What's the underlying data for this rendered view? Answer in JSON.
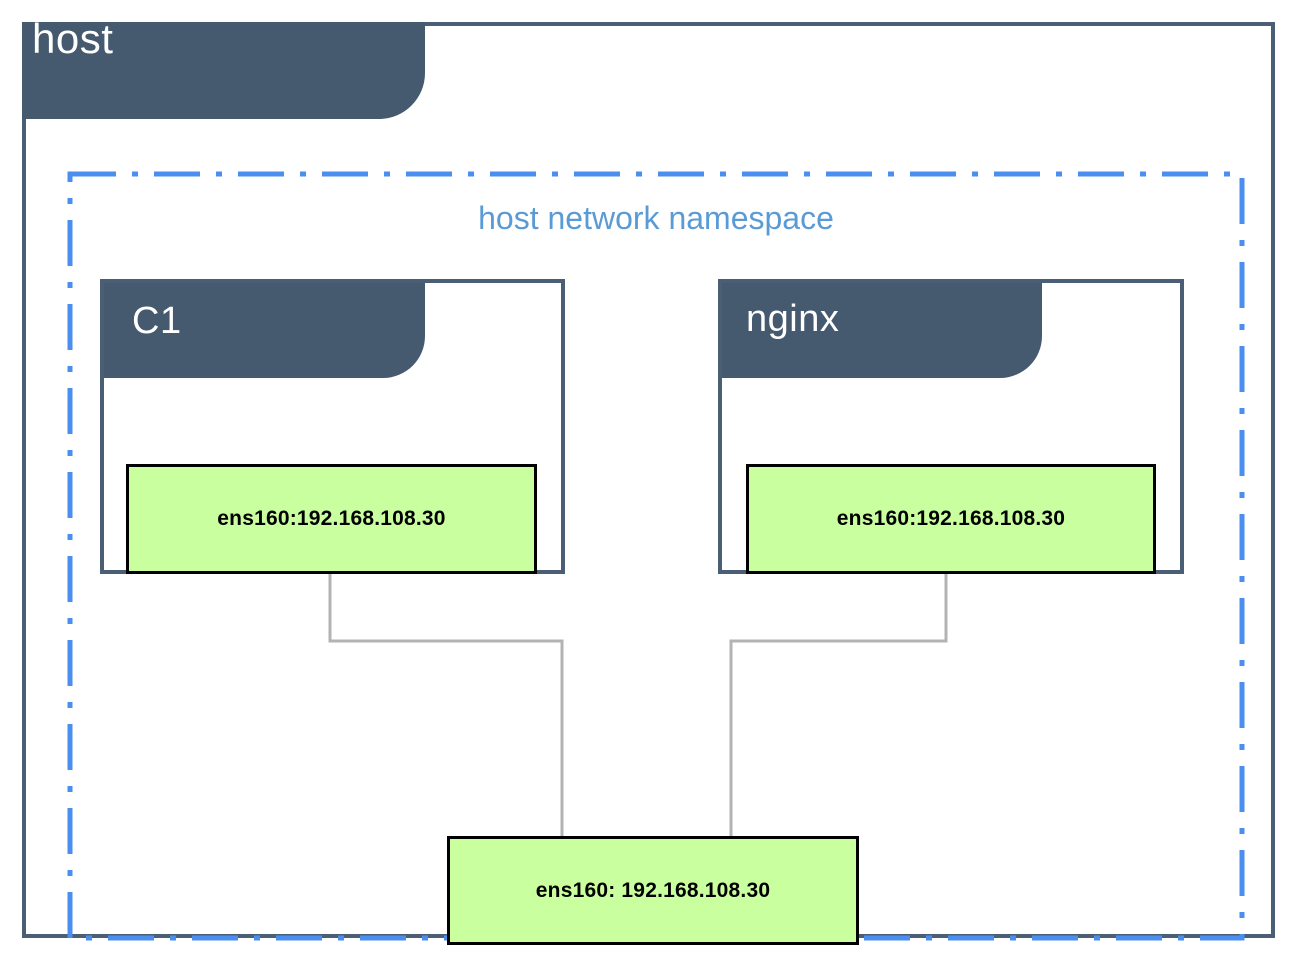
{
  "diagram": {
    "title": "host",
    "namespace_label": "host network namespace",
    "colors": {
      "frame": "#4a5f75",
      "header_fill": "#45596f",
      "namespace_dash": "#5b9bd5",
      "interface_fill": "#caffa0",
      "interface_border": "#000000",
      "connector": "#b3b3b3",
      "header_text": "#ffffff"
    },
    "containers": [
      {
        "name": "C1",
        "interface": "ens160:192.168.108.30"
      },
      {
        "name": "nginx",
        "interface": "ens160:192.168.108.30"
      }
    ],
    "host_interface": {
      "label": "ens160: 192.168.108.30"
    }
  }
}
